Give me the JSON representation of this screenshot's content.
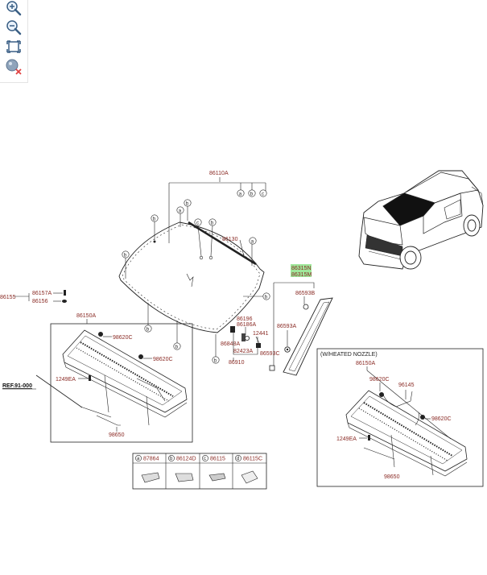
{
  "toolbar": {
    "zoom_in_icon": "magnifier-plus",
    "zoom_out_icon": "magnifier-minus",
    "fit_icon": "fit-to-window",
    "reset_icon": "magnifier-cross"
  },
  "colors": {
    "label": "#8a2b25",
    "line": "#222222",
    "highlight": "#7fe07a",
    "reset_x": "#e04040"
  },
  "labels": {
    "p86110A": "86110A",
    "p86130": "86130",
    "p86155": "86155",
    "p86157A": "86157A",
    "p86156": "86156",
    "p86150A_left": "86150A",
    "p98620C_l1": "98620C",
    "p98620C_l2": "98620C",
    "p1249EA_left": "1249EA",
    "p98650_left": "98650",
    "ref": "REF.91-000",
    "p86196": "86196",
    "p86186A": "86186A",
    "p12441": "12441",
    "p86848A": "86848A",
    "p82423A": "82423A",
    "p86910": "86910",
    "p86315N": "86315N",
    "p86315M": "86315M",
    "p86593B": "86593B",
    "p86593A": "86593A",
    "p86593C": "86593C",
    "heated_title": "(W/HEATED NOZZLE)",
    "p86150A_right": "86150A",
    "p98620C_r1": "98620C",
    "p96145": "96145",
    "p98620C_r2": "98620C",
    "p1249EA_right": "1249EA",
    "p98650_right": "98650"
  },
  "callouts": {
    "a": "a",
    "b": "b",
    "c": "c",
    "d": "d"
  },
  "legend": [
    {
      "key": "a",
      "part": "87864"
    },
    {
      "key": "b",
      "part": "86124D"
    },
    {
      "key": "c",
      "part": "86115"
    },
    {
      "key": "d",
      "part": "86115C"
    }
  ]
}
